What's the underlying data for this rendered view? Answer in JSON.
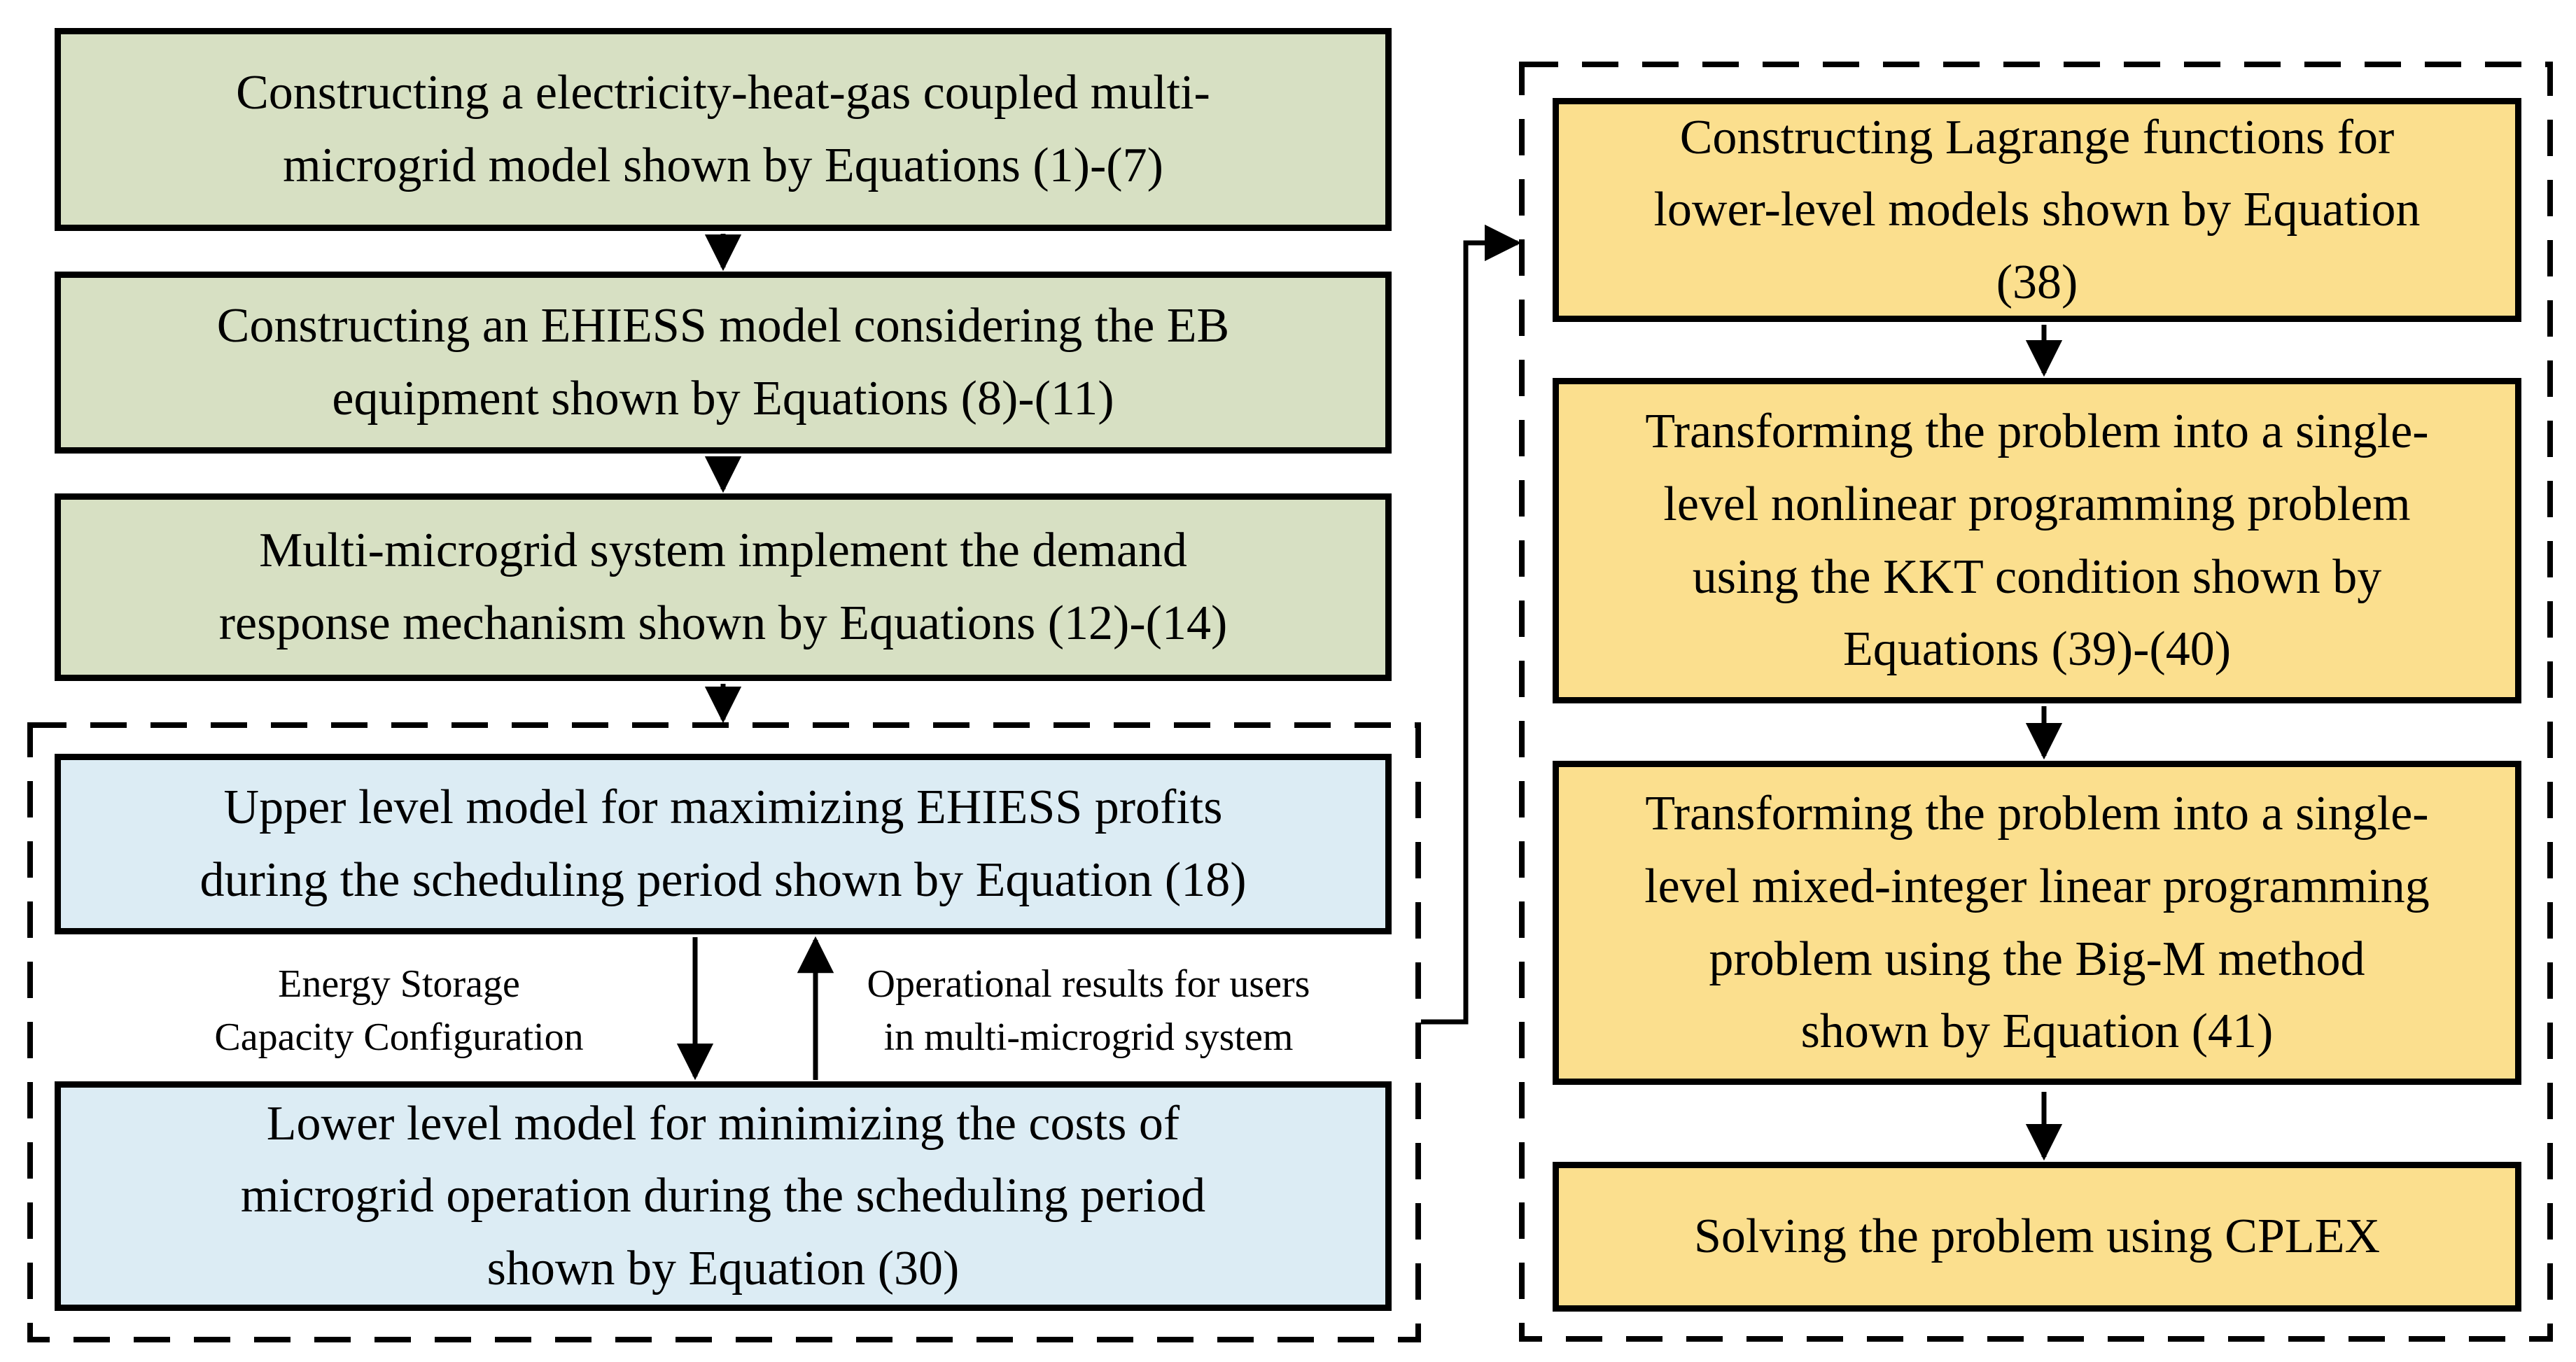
{
  "flowchart": {
    "colors": {
      "green": "#d7e0c3",
      "blue": "#dcecf4",
      "yellow": "#fbdf8e",
      "border": "#000000",
      "background": "#ffffff"
    },
    "left": {
      "green_boxes": [
        {
          "text": "Constructing a electricity-heat-gas coupled multi-\nmicrogrid model shown by Equations (1)-(7)"
        },
        {
          "text": "Constructing an EHIESS model considering the EB\nequipment shown by Equations (8)-(11)"
        },
        {
          "text": "Multi-microgrid system implement the demand\nresponse mechanism shown by Equations (12)-(14)"
        }
      ],
      "bilevel": {
        "upper_box": "Upper level model for maximizing EHIESS profits\nduring the scheduling period shown by Equation (18)",
        "lower_box": "Lower level model for minimizing the costs of\nmicrogrid operation during the scheduling period\nshown by Equation (30)",
        "down_arrow_label": "Energy Storage\nCapacity Configuration",
        "up_arrow_label": "Operational results for users\nin multi-microgrid system"
      }
    },
    "right": {
      "yellow_boxes": [
        {
          "text": "Constructing Lagrange functions for\nlower-level models shown by Equation\n(38)"
        },
        {
          "text": "Transforming the problem into a single-\nlevel nonlinear programming problem\nusing the KKT condition shown by\nEquations (39)-(40)"
        },
        {
          "text": "Transforming the problem into a single-\nlevel mixed-integer linear programming\nproblem using the Big-M method\nshown by Equation (41)"
        },
        {
          "text": "Solving the problem using CPLEX"
        }
      ]
    }
  }
}
